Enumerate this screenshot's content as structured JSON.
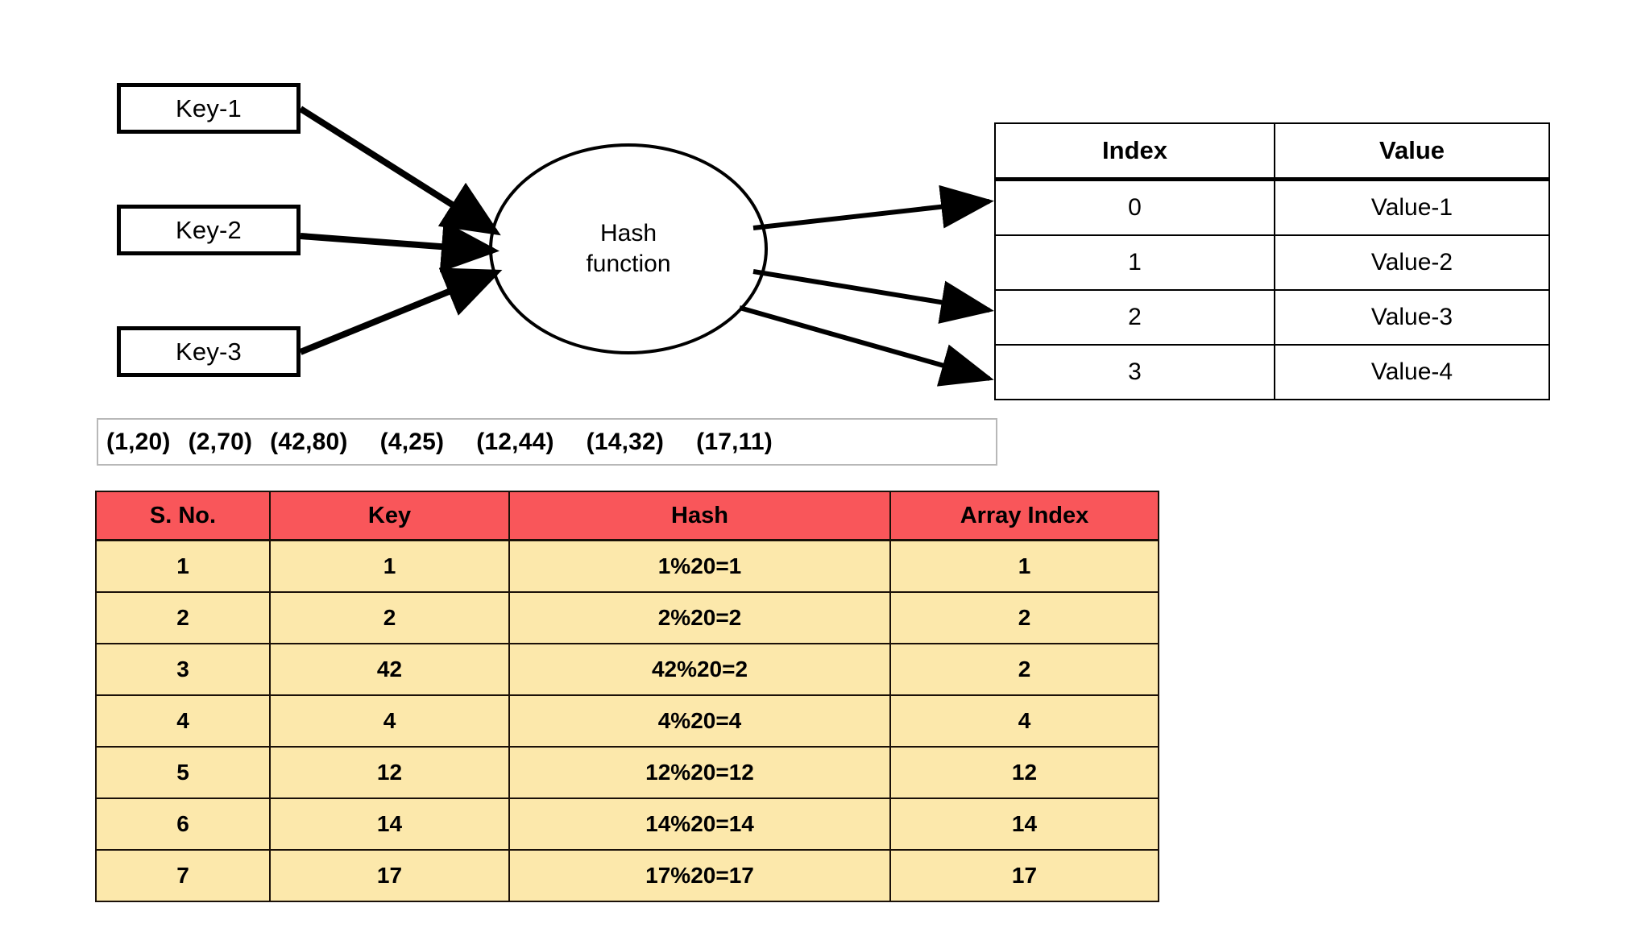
{
  "diagram": {
    "keys": [
      {
        "label": "Key-1"
      },
      {
        "label": "Key-2"
      },
      {
        "label": "Key-3"
      }
    ],
    "hash_node": {
      "line1": "Hash",
      "line2": "function"
    },
    "index_table": {
      "headers": [
        "Index",
        "Value"
      ],
      "rows": [
        {
          "index": "0",
          "value": "Value-1"
        },
        {
          "index": "1",
          "value": "Value-2"
        },
        {
          "index": "2",
          "value": "Value-3"
        },
        {
          "index": "3",
          "value": "Value-4"
        }
      ]
    }
  },
  "pairs": {
    "items": [
      "(1,20)",
      "(2,70)",
      "(42,80)",
      "(4,25)",
      "(12,44)",
      "(14,32)",
      "(17,11)"
    ]
  },
  "hash_table": {
    "headers": [
      "S. No.",
      "Key",
      "Hash",
      "Array Index"
    ],
    "rows": [
      {
        "sno": "1",
        "key": "1",
        "hash": "1%20=1",
        "array_index": "1"
      },
      {
        "sno": "2",
        "key": "2",
        "hash": "2%20=2",
        "array_index": "2"
      },
      {
        "sno": "3",
        "key": "42",
        "hash": "42%20=2",
        "array_index": "2"
      },
      {
        "sno": "4",
        "key": "4",
        "hash": "4%20=4",
        "array_index": "4"
      },
      {
        "sno": "5",
        "key": "12",
        "hash": "12%20=12",
        "array_index": "12"
      },
      {
        "sno": "6",
        "key": "14",
        "hash": "14%20=14",
        "array_index": "14"
      },
      {
        "sno": "7",
        "key": "17",
        "hash": "17%20=17",
        "array_index": "17"
      }
    ]
  },
  "colors": {
    "header_red": "#f9565a",
    "row_cream": "#fce8ab",
    "stroke_black": "#000000",
    "pairs_border_gray": "#b8b8b8"
  }
}
